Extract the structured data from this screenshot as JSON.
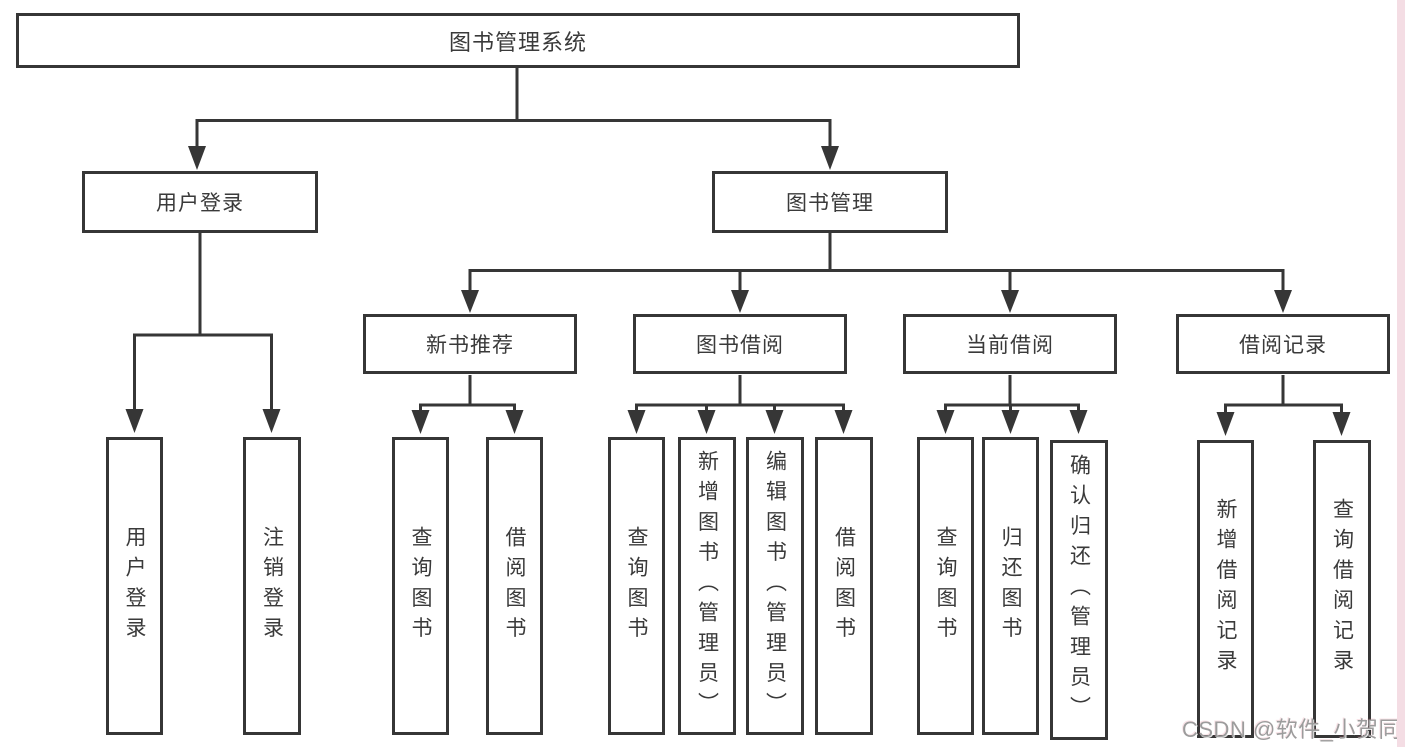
{
  "diagram_type": "tree",
  "root": {
    "label": "图书管理系统"
  },
  "branches": [
    {
      "label": "用户登录",
      "children": [
        {
          "label": "用户登录"
        },
        {
          "label": "注销登录"
        }
      ]
    },
    {
      "label": "图书管理",
      "children": [
        {
          "label": "新书推荐",
          "children": [
            {
              "label": "查询图书"
            },
            {
              "label": "借阅图书"
            }
          ]
        },
        {
          "label": "图书借阅",
          "children": [
            {
              "label": "查询图书"
            },
            {
              "label": "新增图书（管理员）"
            },
            {
              "label": "编辑图书（管理员）"
            },
            {
              "label": "借阅图书"
            }
          ]
        },
        {
          "label": "当前借阅",
          "children": [
            {
              "label": "查询图书"
            },
            {
              "label": "归还图书"
            },
            {
              "label": "确认归还（管理员）"
            }
          ]
        },
        {
          "label": "借阅记录",
          "children": [
            {
              "label": "新增借阅记录"
            },
            {
              "label": "查询借阅记录"
            }
          ]
        }
      ]
    }
  ],
  "watermark": {
    "text": "CSDN @软件_小贺同学"
  },
  "colors": {
    "line": "#363636",
    "box_border": "#363636",
    "text": "#3a3a3a",
    "watermark_gray": "#9c9c9c",
    "edge_strip_pink": "#f4dde4",
    "background": "#ffffff"
  }
}
